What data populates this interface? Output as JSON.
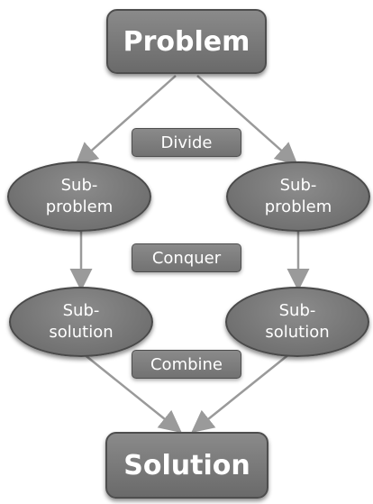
{
  "nodes": {
    "problem": "Problem",
    "solution": "Solution",
    "subproblem_left": [
      "Sub-",
      "problem"
    ],
    "subproblem_right": [
      "Sub-",
      "problem"
    ],
    "subsolution_left": [
      "Sub-",
      "solution"
    ],
    "subsolution_right": [
      "Sub-",
      "solution"
    ]
  },
  "labels": {
    "divide": "Divide",
    "conquer": "Conquer",
    "combine": "Combine"
  },
  "colors": {
    "node_fill": "#7a7a7a",
    "node_border": "#4e4e4e",
    "arrow": "#9a9a9a",
    "text": "#ffffff"
  }
}
